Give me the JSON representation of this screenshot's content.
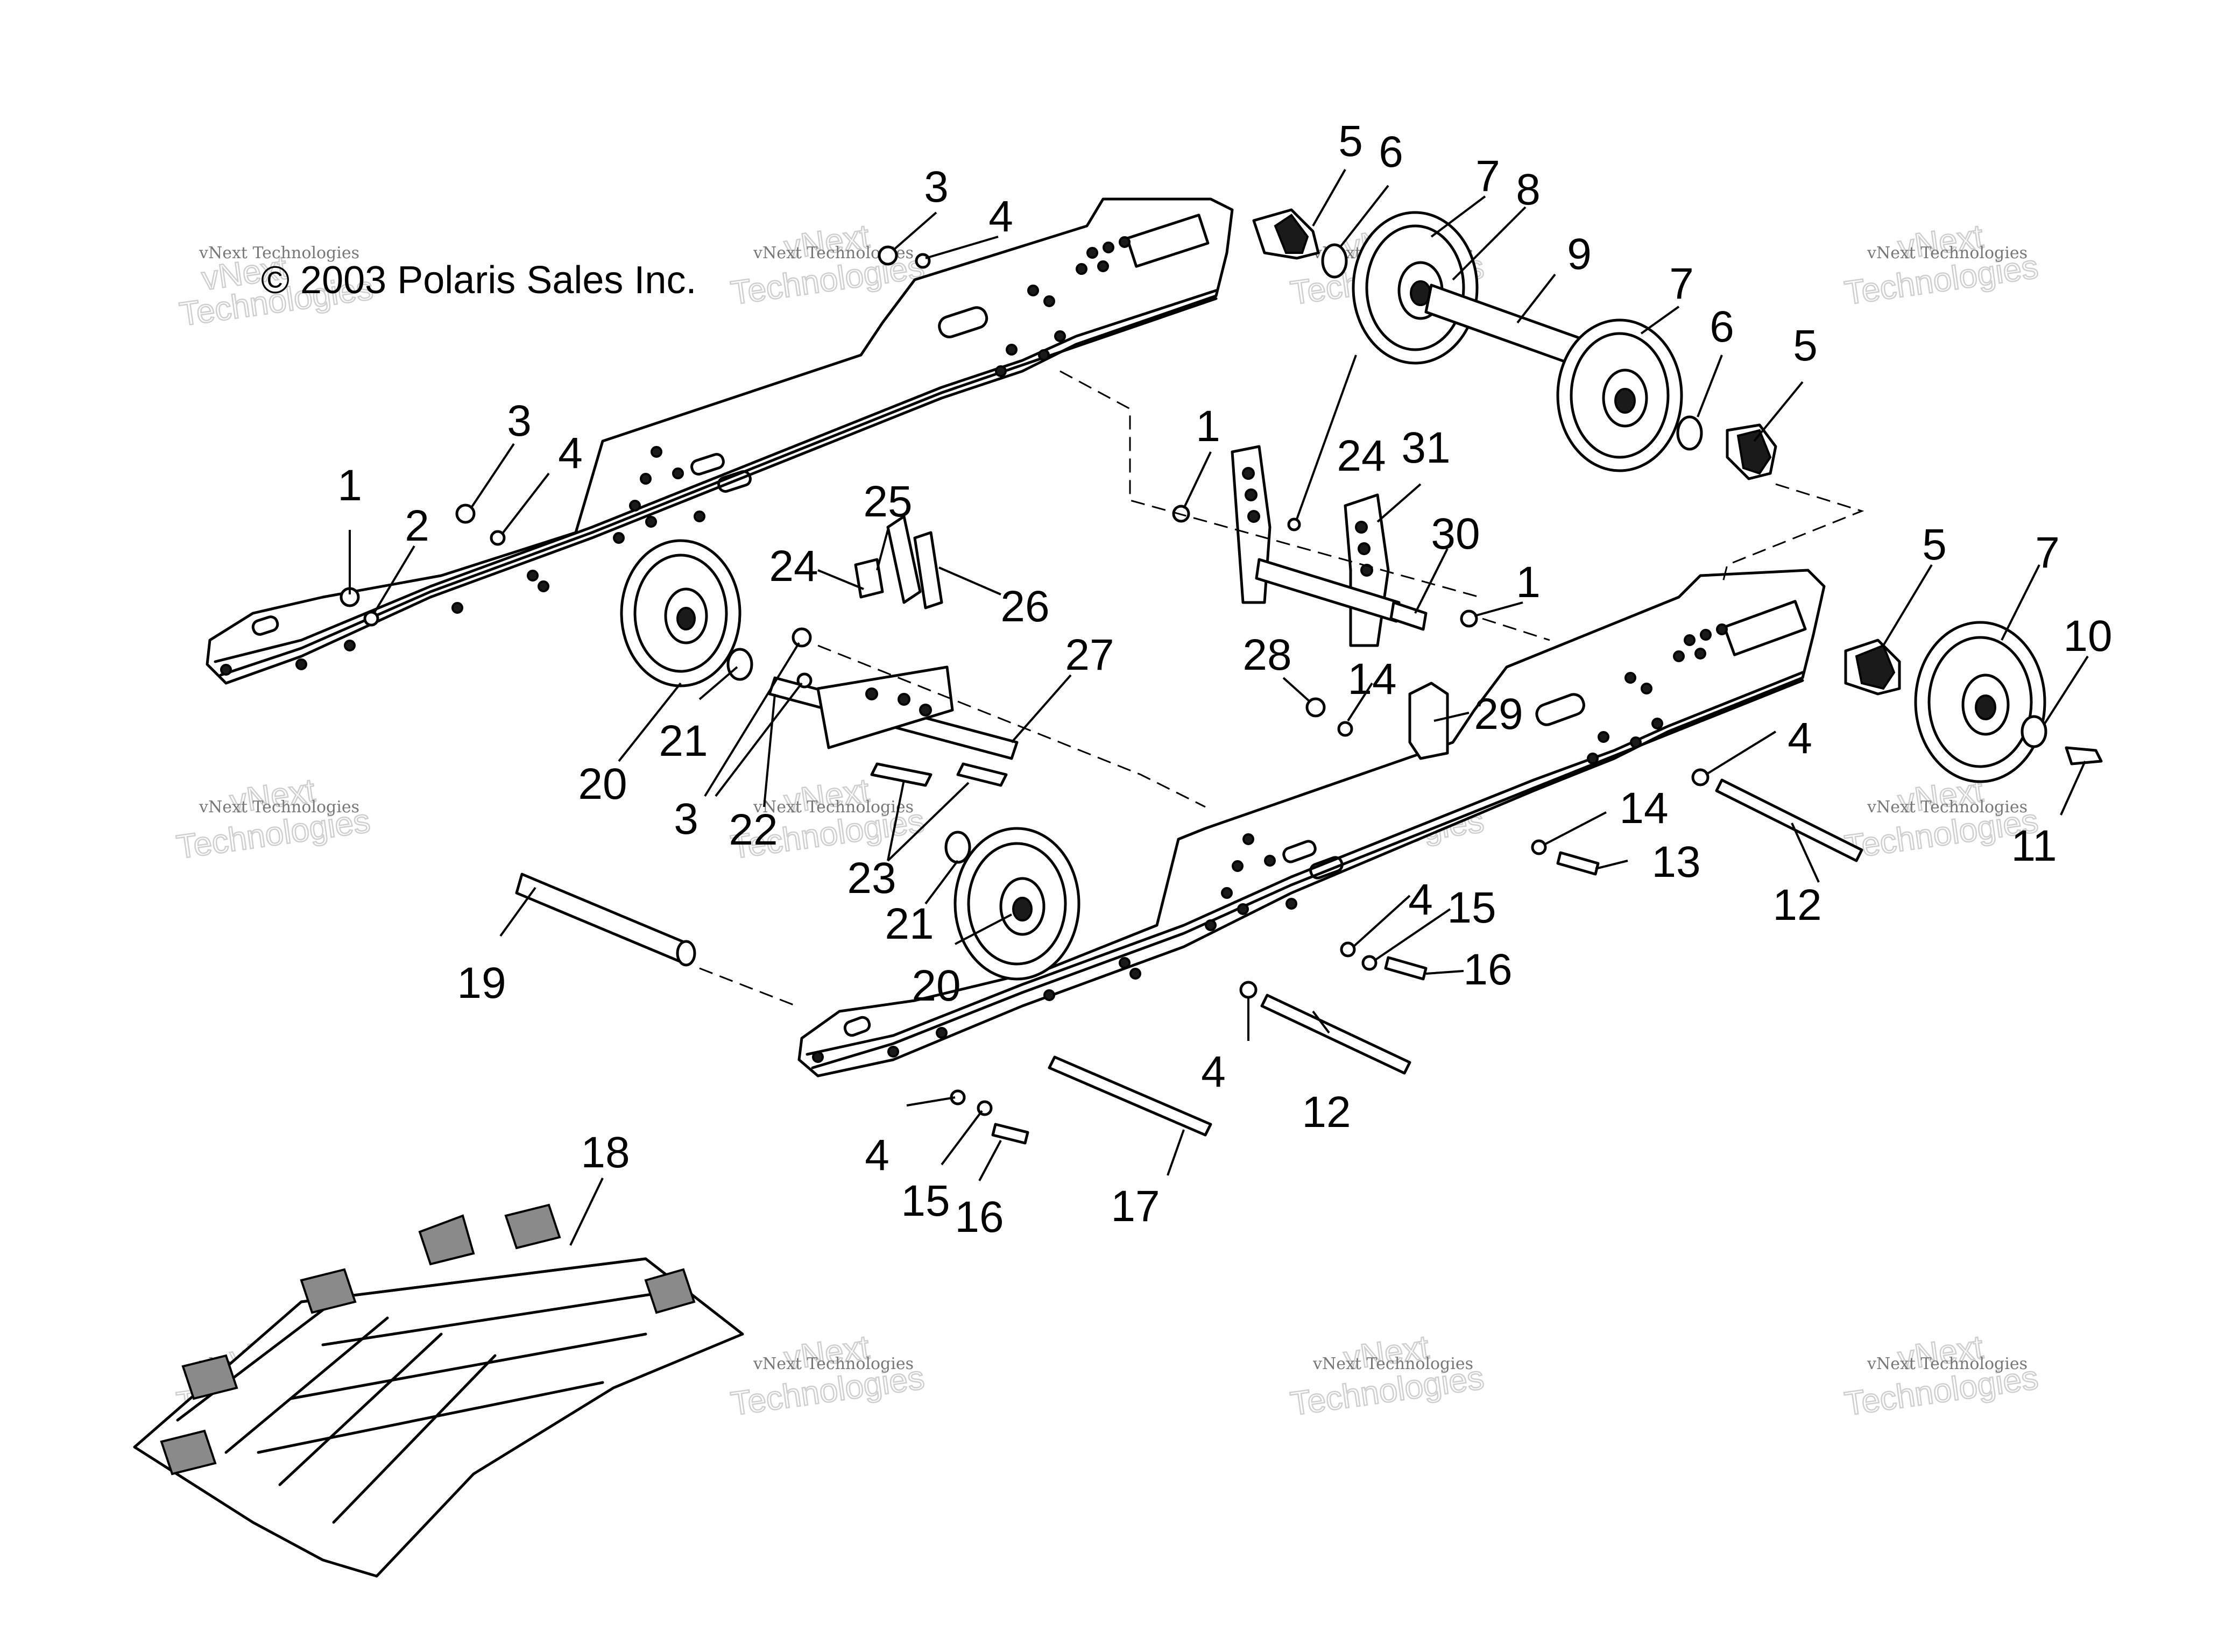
{
  "copyright": "© 2003 Polaris Sales Inc.",
  "watermark": {
    "line1": "vNext Technologies",
    "line2": "vNext\nTechnologies"
  },
  "callouts": [
    {
      "id": "c1a",
      "text": "1"
    },
    {
      "id": "c2",
      "text": "2"
    },
    {
      "id": "c3a",
      "text": "3"
    },
    {
      "id": "c4a",
      "text": "4"
    },
    {
      "id": "c3b",
      "text": "3"
    },
    {
      "id": "c4b",
      "text": "4"
    },
    {
      "id": "c5a",
      "text": "5"
    },
    {
      "id": "c6a",
      "text": "6"
    },
    {
      "id": "c7a",
      "text": "7"
    },
    {
      "id": "c8",
      "text": "8"
    },
    {
      "id": "c9",
      "text": "9"
    },
    {
      "id": "c7b",
      "text": "7"
    },
    {
      "id": "c6b",
      "text": "6"
    },
    {
      "id": "c5b",
      "text": "5"
    },
    {
      "id": "c1b",
      "text": "1"
    },
    {
      "id": "c24a",
      "text": "24"
    },
    {
      "id": "c31",
      "text": "31"
    },
    {
      "id": "c30",
      "text": "30"
    },
    {
      "id": "c1c",
      "text": "1"
    },
    {
      "id": "c25",
      "text": "25"
    },
    {
      "id": "c24b",
      "text": "24"
    },
    {
      "id": "c26",
      "text": "26"
    },
    {
      "id": "c27",
      "text": "27"
    },
    {
      "id": "c28",
      "text": "28"
    },
    {
      "id": "c14a",
      "text": "14"
    },
    {
      "id": "c29",
      "text": "29"
    },
    {
      "id": "c5c",
      "text": "5"
    },
    {
      "id": "c7c",
      "text": "7"
    },
    {
      "id": "c10",
      "text": "10"
    },
    {
      "id": "c11",
      "text": "11"
    },
    {
      "id": "c4c",
      "text": "4"
    },
    {
      "id": "c12a",
      "text": "12"
    },
    {
      "id": "c14b",
      "text": "14"
    },
    {
      "id": "c13",
      "text": "13"
    },
    {
      "id": "c4d",
      "text": "4"
    },
    {
      "id": "c15a",
      "text": "15"
    },
    {
      "id": "c16a",
      "text": "16"
    },
    {
      "id": "c20a",
      "text": "20"
    },
    {
      "id": "c21a",
      "text": "21"
    },
    {
      "id": "c3c",
      "text": "3"
    },
    {
      "id": "c22",
      "text": "22"
    },
    {
      "id": "c23",
      "text": "23"
    },
    {
      "id": "c21b",
      "text": "21"
    },
    {
      "id": "c20b",
      "text": "20"
    },
    {
      "id": "c19",
      "text": "19"
    },
    {
      "id": "c4e",
      "text": "4"
    },
    {
      "id": "c12b",
      "text": "12"
    },
    {
      "id": "c4f",
      "text": "4"
    },
    {
      "id": "c15b",
      "text": "15"
    },
    {
      "id": "c16b",
      "text": "16"
    },
    {
      "id": "c17",
      "text": "17"
    },
    {
      "id": "c18",
      "text": "18"
    }
  ]
}
